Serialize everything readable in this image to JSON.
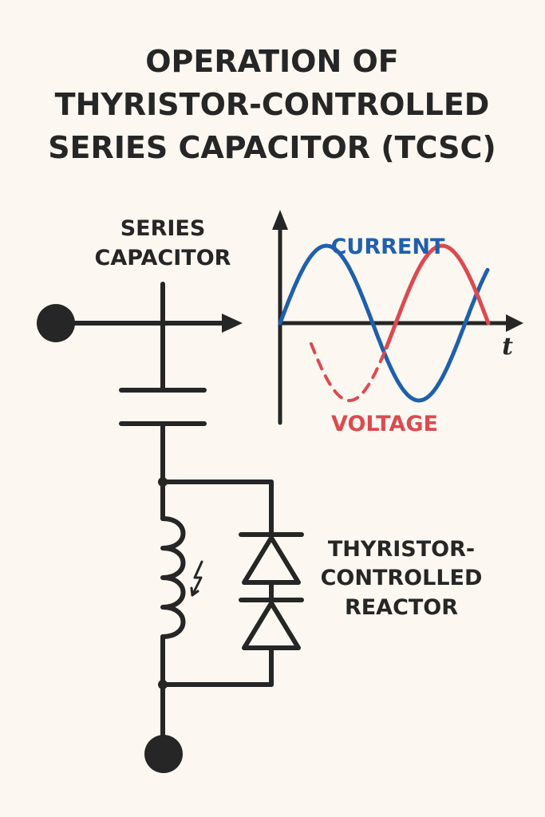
{
  "title": {
    "line1": "OPERATION OF",
    "line2": "THYRISTOR-CONTROLLED",
    "line3": "SERIES CAPACITOR (TCSC)"
  },
  "labels": {
    "series_capacitor_line1": "SERIES",
    "series_capacitor_line2": "CAPACITOR",
    "current": "CURRENT",
    "voltage": "VOLTAGE",
    "time_axis": "t",
    "reactor_line1": "THYRISTOR-",
    "reactor_line2": "CONTROLLED",
    "reactor_line3": "REACTOR"
  },
  "colors": {
    "background": "#fcf8f1",
    "ink": "#262626",
    "current": "#1f5fae",
    "voltage": "#dc4a50"
  }
}
